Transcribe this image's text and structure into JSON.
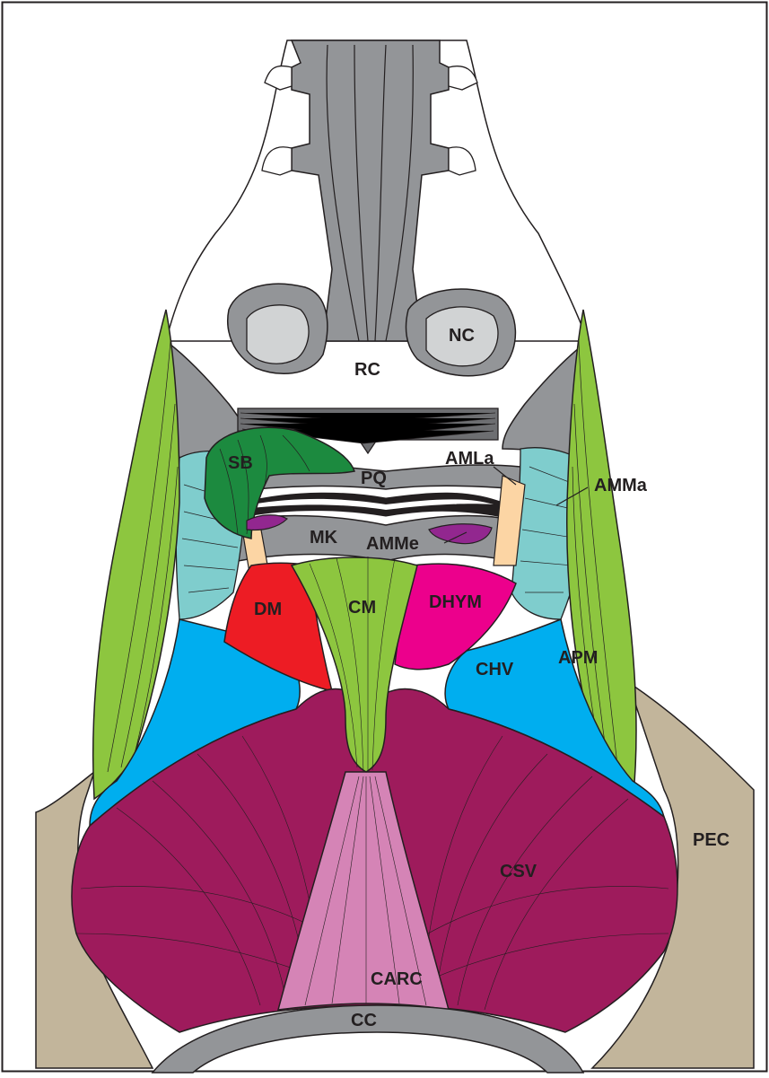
{
  "labels": {
    "nc": "NC",
    "rc": "RC",
    "sb": "SB",
    "pq": "PQ",
    "amla": "AMLa",
    "amma": "AMMa",
    "mk": "MK",
    "amme": "AMMe",
    "dm": "DM",
    "cm": "CM",
    "dhym": "DHYM",
    "chv": "CHV",
    "apm": "APM",
    "pec": "PEC",
    "csv": "CSV",
    "carc": "CARC",
    "cc": "CC"
  },
  "colors": {
    "cartilage": "#939598",
    "light_cartilage": "#d1d3d4",
    "dark_stripes": "#6d6e71",
    "green": "#8dc63f",
    "dark_green": "#1c8a3f",
    "teal": "#7fcdcd",
    "cyan": "#00aeef",
    "red": "#ed1c24",
    "pink": "#ec008c",
    "purple": "#92278f",
    "peach": "#fcd5a4",
    "magenta": "#9e1b5c",
    "light_magenta": "#d584b6",
    "tan": "#c2b59b"
  }
}
